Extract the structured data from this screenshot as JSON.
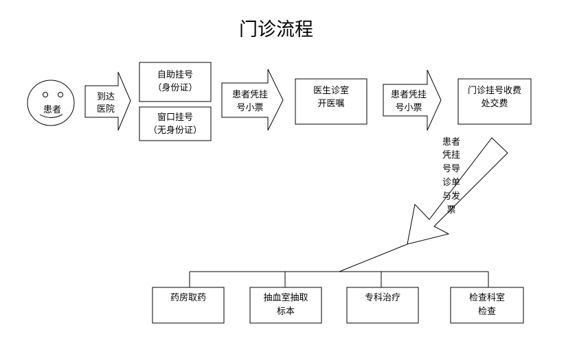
{
  "title": "门诊流程",
  "patient": {
    "label": "患者"
  },
  "arrows": {
    "arrive": [
      "到达",
      "医院"
    ],
    "ticket1": [
      "患者凭挂",
      "号小票"
    ],
    "ticket2": [
      "患者凭挂",
      "号小票"
    ],
    "diagonal": [
      "患者",
      "凭挂",
      "号导",
      "诊单",
      "与发",
      "票"
    ]
  },
  "boxes": {
    "self_register": [
      "自助挂号",
      "（身份证）"
    ],
    "window_register": [
      "窗口挂号",
      "（无身份证）"
    ],
    "doctor": [
      "医生诊室",
      "开医嘱"
    ],
    "cashier": [
      "门诊挂号收费",
      "处交费"
    ]
  },
  "destinations": {
    "pharmacy": [
      "药房取药"
    ],
    "blood": [
      "抽血室抽取",
      "标本"
    ],
    "specialty": [
      "专科治疗"
    ],
    "exam": [
      "检查科室",
      "检查"
    ]
  }
}
